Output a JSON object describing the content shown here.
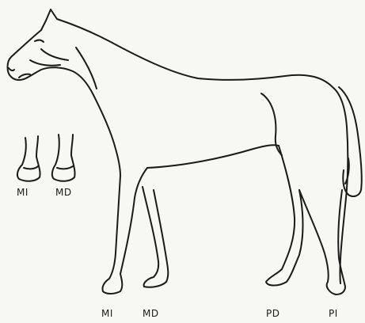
{
  "labels": {
    "hoof_left_small": "MI",
    "hoof_right_small": "MD",
    "foreleg_left": "MI",
    "foreleg_right": "MD",
    "hindleg_right": "PD",
    "hindleg_left": "PI"
  },
  "colors": {
    "line": "#1a1a1a",
    "background": "#f7f7f4"
  }
}
